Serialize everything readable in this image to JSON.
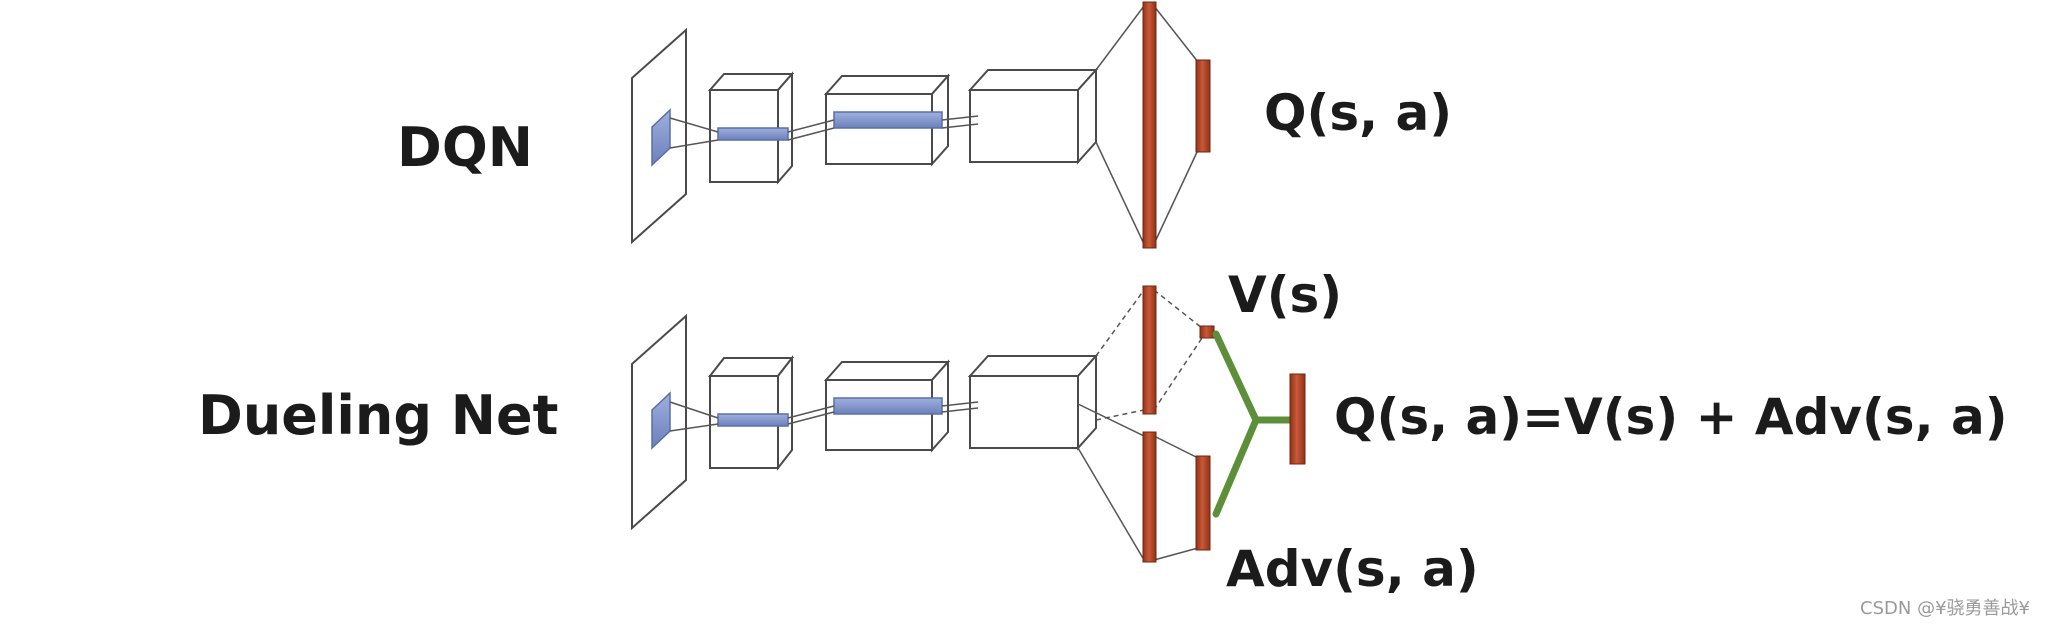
{
  "diagram": {
    "dqn": {
      "row_label": "DQN",
      "output_label": "Q(s, a)"
    },
    "dueling": {
      "row_label": "Dueling Net",
      "value_label": "V(s)",
      "advantage_label": "Adv(s, a)",
      "output_label": "Q(s, a)=V(s) + Adv(s, a)"
    }
  },
  "colors": {
    "input_kernel": "#7f93c9",
    "dense_layer": "#b94a2c",
    "aggregation_edge": "#5d8f3a",
    "outline": "#4a4a4a"
  },
  "watermark": "CSDN @¥骁勇善战¥"
}
